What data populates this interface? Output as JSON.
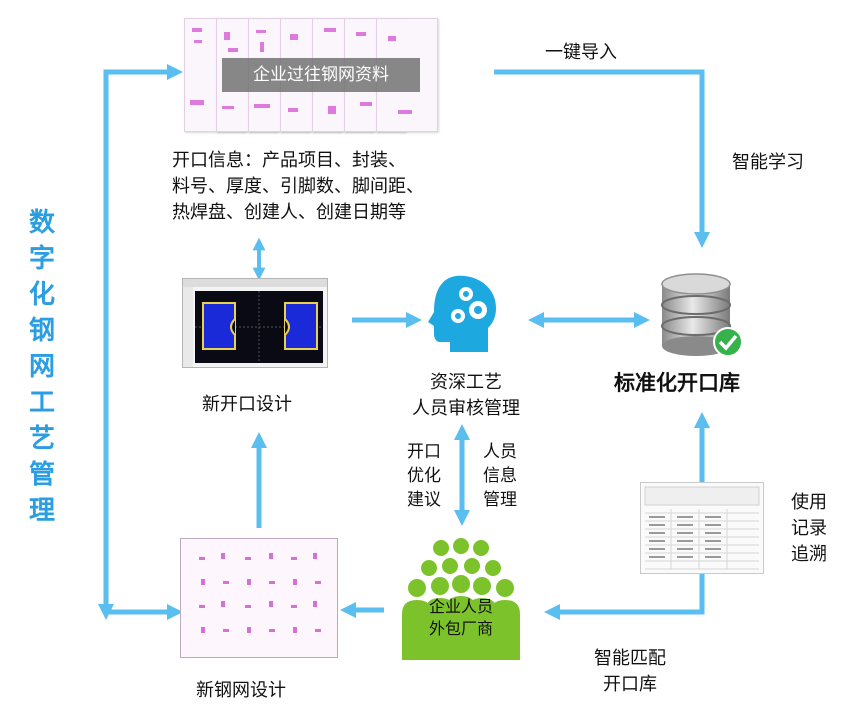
{
  "side_title": [
    "数",
    "字",
    "化",
    "钢",
    "网",
    "工",
    "艺",
    "管",
    "理"
  ],
  "nodes": {
    "legacy_docs": "企业过往钢网资料",
    "opening_info": [
      "开口信息：产品项目、封装、",
      "料号、厚度、引脚数、脚间距、",
      "热焊盘、创建人、创建日期等"
    ],
    "new_opening_design": "新开口设计",
    "expert_review": [
      "资深工艺",
      "人员审核管理"
    ],
    "standard_library": "标准化开口库",
    "new_stencil_design": "新钢网设计",
    "staff_group": [
      "企业人员",
      "外包厂商"
    ]
  },
  "edges": {
    "one_click_import": "一键导入",
    "smart_learning": "智能学习",
    "opening_optimization": [
      "开口",
      "优化",
      "建议"
    ],
    "personnel_info": [
      "人员",
      "信息",
      "管理"
    ],
    "usage_trace": [
      "使用",
      "记录",
      "追溯"
    ],
    "smart_match": [
      "智能匹配",
      "开口库"
    ]
  },
  "colors": {
    "arrow": "#5bbef0",
    "side_title": "#2a9de3",
    "head": "#1ea8e0",
    "people": "#7cc22a",
    "check": "#35b34a"
  },
  "icons": [
    "human-head-gears-icon",
    "database-icon",
    "check-badge-icon",
    "people-group-icon"
  ]
}
